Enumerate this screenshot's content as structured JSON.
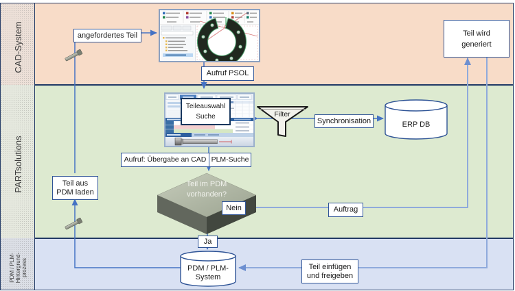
{
  "lanes": [
    {
      "label": "CAD-System"
    },
    {
      "label": "PARTsolutions"
    },
    {
      "label_lines": [
        "PDM / PLM-",
        "Hintergrund-",
        "prozess"
      ]
    }
  ],
  "nodes": {
    "angefordertes_teil": "angefordertes Teil",
    "aufruf_psol": "Aufruf PSOL",
    "teil_wird_generiert": [
      "Teil wird",
      "generiert"
    ],
    "teileauswahl_suche": [
      "Teileauswahl",
      "Suche"
    ],
    "filter": "Filter",
    "synchronisation": "Synchronisation",
    "erp_db": "ERP DB",
    "aufruf_uebergabe_an_cad": "Aufruf: Übergabe an CAD",
    "plm_suche": "PLM-Suche",
    "teil_im_pdm_vorhanden": [
      "Teil im PDM",
      "vorhanden?"
    ],
    "nein": "Nein",
    "auftrag": "Auftrag",
    "teil_aus_pdm_laden": [
      "Teil aus",
      "PDM laden"
    ],
    "ja": "Ja",
    "pdm_plm_system": [
      "PDM / PLM-",
      "System"
    ],
    "teil_einfuegen_und_freigeben": [
      "Teil einfügen",
      "und freigeben"
    ]
  },
  "colors": {
    "lane_cad": "#f8dcc8",
    "lane_partsolutions": "#ddead0",
    "lane_pdm": "#d9e1f3",
    "lane_border": "#203864",
    "flow_line": "#4472c4",
    "loop_line": "#8faadc",
    "node_border": "#2f5496"
  }
}
